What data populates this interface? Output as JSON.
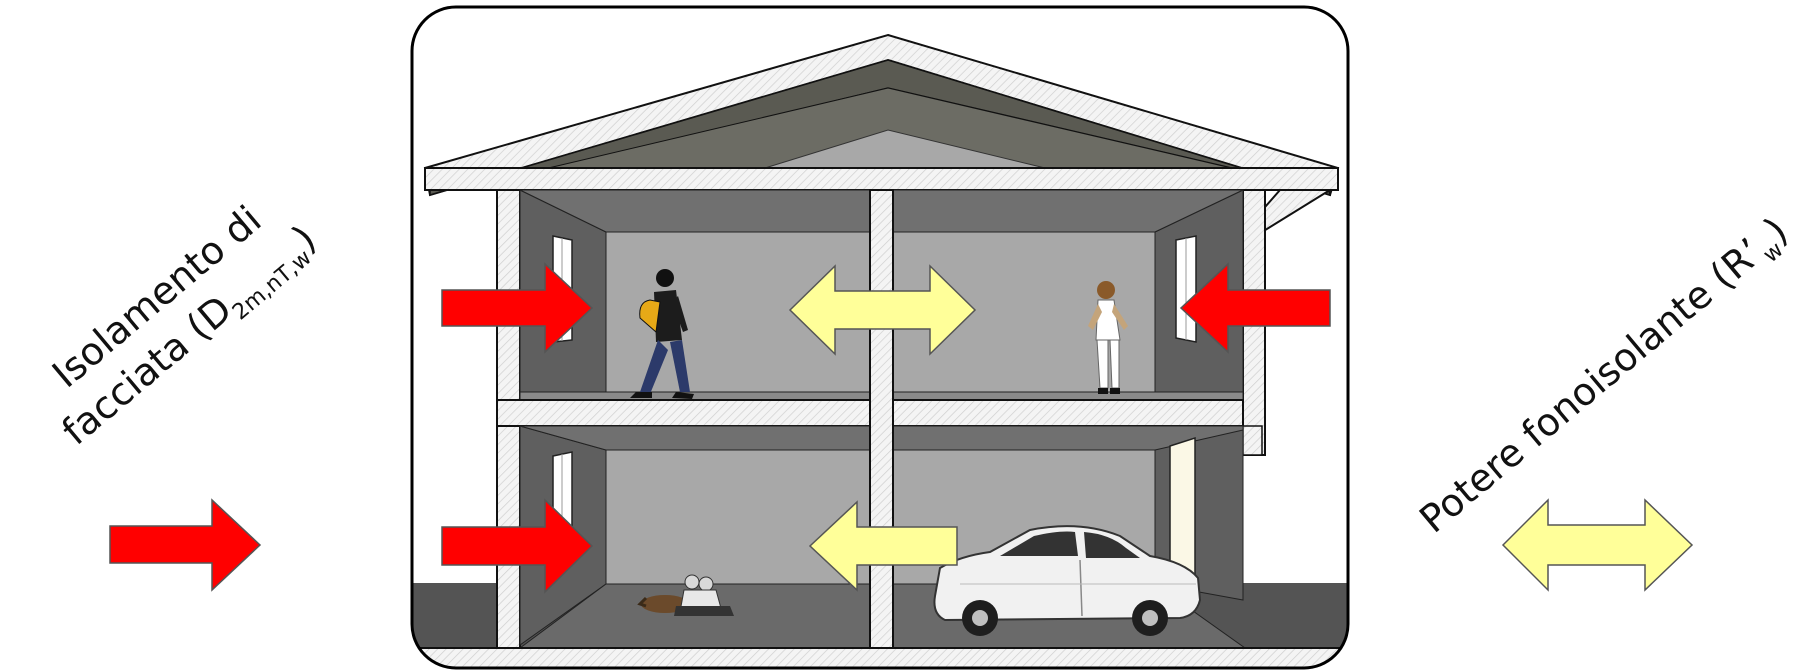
{
  "diagram": {
    "left_label": {
      "line1": "Isolamento di",
      "line2_prefix": "facciata (D",
      "line2_sub": "2m,nT,w",
      "line2_suffix": ")"
    },
    "right_label": {
      "prefix": "Potere fonoisolante (R’",
      "sub": "w",
      "suffix": ")"
    }
  },
  "colors": {
    "facade_arrow": "#ff0000",
    "internal_arrow": "#ffff99",
    "arrow_stroke": "#555555",
    "wall": "#f2f2f2",
    "room_back": "#a8a8a8",
    "room_side": "#6e6e6e",
    "roof_shadow": "#5a5a52",
    "ground": "#545454",
    "frame": "#000000"
  },
  "icons": {
    "left_arrow_legend": "red-right-arrow",
    "right_arrow_legend": "yellow-double-arrow",
    "people": [
      "person-walking-icon",
      "woman-standing-icon",
      "people-on-floor-icon"
    ],
    "vehicle": "car-icon"
  }
}
